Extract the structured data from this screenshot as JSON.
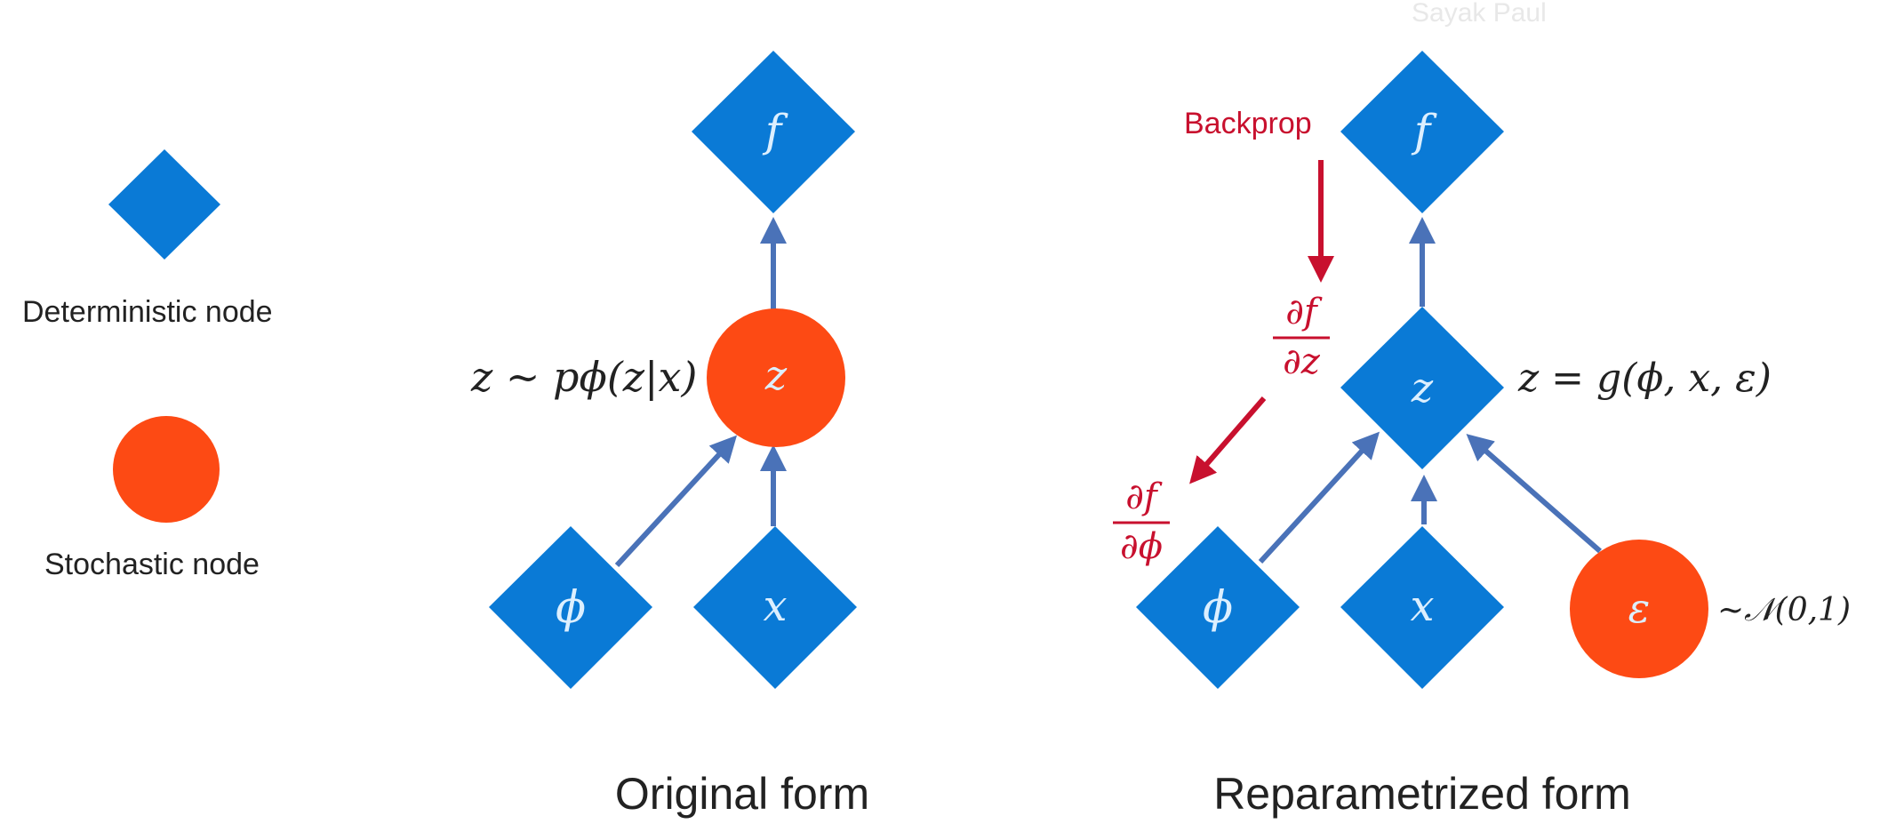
{
  "watermark": "Sayak Paul",
  "colors": {
    "deterministic": "#0a7ad6",
    "stochastic": "#fd4a14",
    "edge": "#4a72b8",
    "backprop": "#c8102e",
    "text": "#222222"
  },
  "legend": {
    "deterministic_label": "Deterministic node",
    "stochastic_label": "Stochastic node"
  },
  "original": {
    "caption": "Original form",
    "z_relation": "z ~ pϕ(z|x)",
    "nodes": {
      "f": "f",
      "z": "z",
      "phi": "ϕ",
      "x": "x"
    }
  },
  "reparam": {
    "caption": "Reparametrized form",
    "backprop_label": "Backprop",
    "df_dz_num": "∂f",
    "df_dz_den": "∂z",
    "df_dphi_num": "∂f",
    "df_dphi_den": "∂ϕ",
    "z_relation": "z = g(ϕ, x, ε)",
    "eps_dist": "~𝒩(0,1)",
    "nodes": {
      "f": "f",
      "z": "z",
      "phi": "ϕ",
      "x": "x",
      "eps": "ε"
    }
  }
}
